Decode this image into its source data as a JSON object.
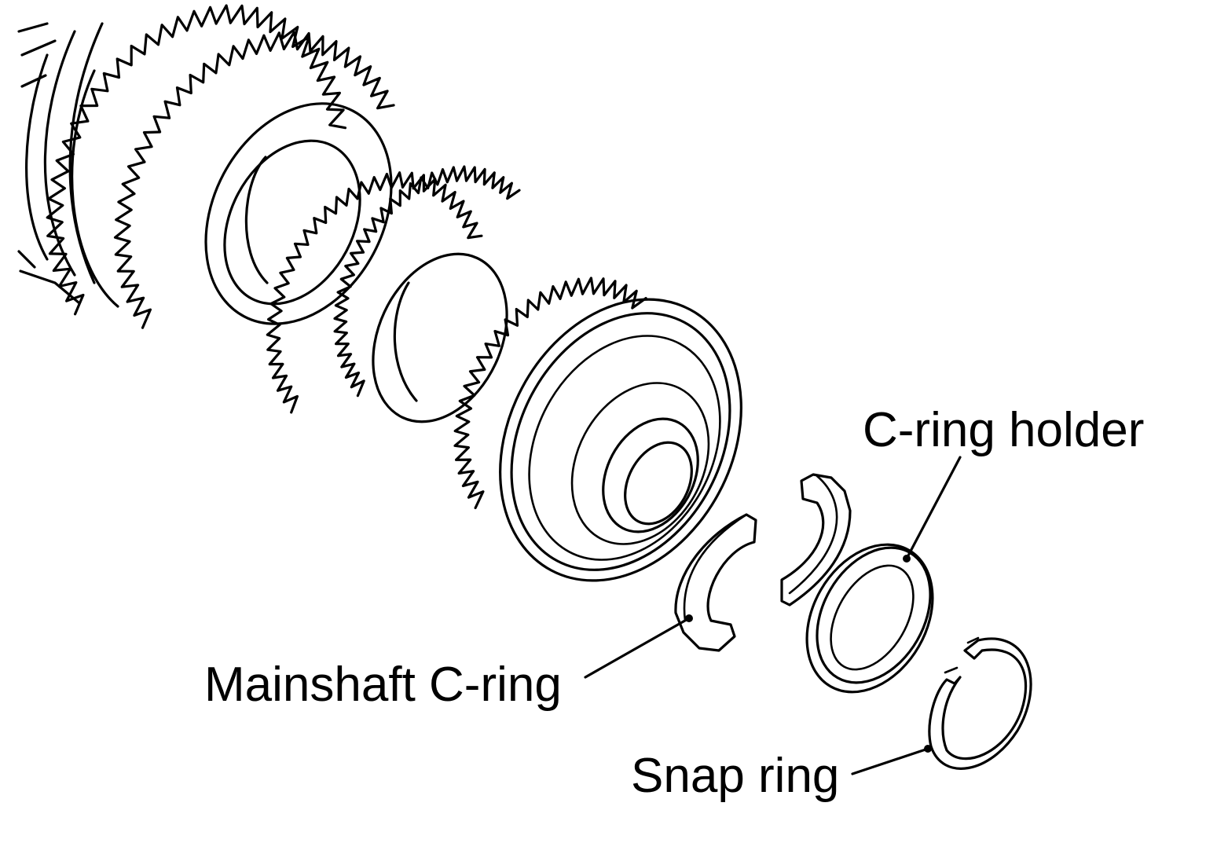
{
  "labels": {
    "c_ring_holder": "C-ring holder",
    "mainshaft_c_ring": "Mainshaft C-ring",
    "snap_ring": "Snap ring"
  },
  "colors": {
    "line": "#000000",
    "background": "#ffffff"
  }
}
